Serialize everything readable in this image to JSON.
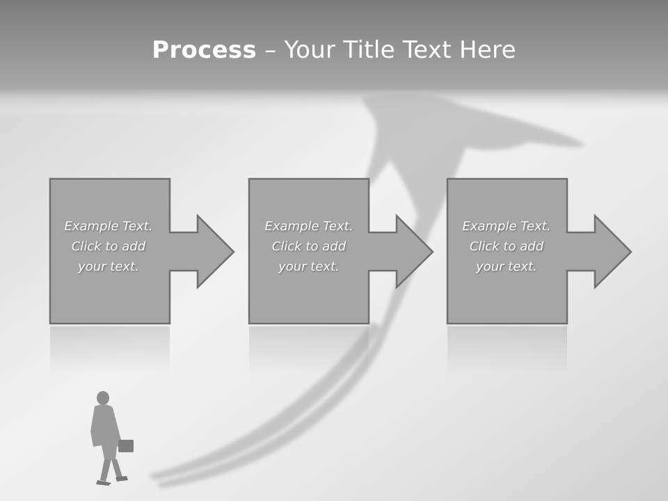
{
  "title": {
    "bold": "Process",
    "separator": " – ",
    "rest": "Your Title Text Here"
  },
  "steps": [
    {
      "lines": [
        "Example Text.",
        "Click  to add",
        "your text."
      ]
    },
    {
      "lines": [
        "Example Text.",
        "Click  to add",
        "your text."
      ]
    },
    {
      "lines": [
        "Example Text.",
        "Click  to add",
        "your text."
      ]
    }
  ],
  "colors": {
    "header": "#8a8a8a",
    "box_fill": "#a6a6a6",
    "box_border": "#6e6e6e",
    "text": "#ffffff"
  }
}
